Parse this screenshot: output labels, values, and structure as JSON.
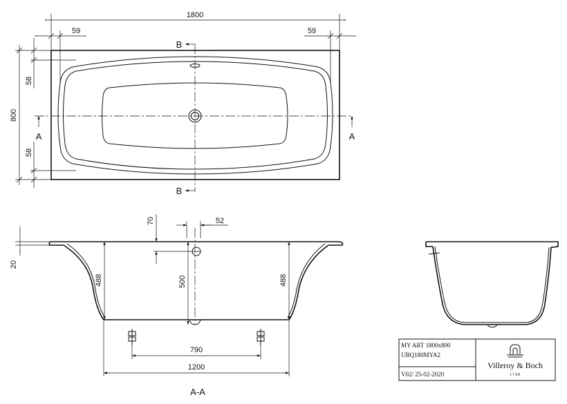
{
  "top_view": {
    "length": "1800",
    "width": "800",
    "rim_left": "59",
    "rim_right": "59",
    "rim_top": "58",
    "rim_bottom": "58",
    "section_b": "B",
    "section_a": "A"
  },
  "section_aa": {
    "depth_left": "488",
    "depth_center": "500",
    "depth_right": "488",
    "rim_thickness": "20",
    "overflow_height": "70",
    "waste_width": "52",
    "feet_spacing": "790",
    "base_length": "1200",
    "label": "A-A"
  },
  "title_block": {
    "model": "MY ART 1800x800",
    "code": "UBQ180MYA2",
    "version": "V02/ 25-02-2020",
    "brand": "Villeroy & Boch",
    "established": "1748"
  }
}
